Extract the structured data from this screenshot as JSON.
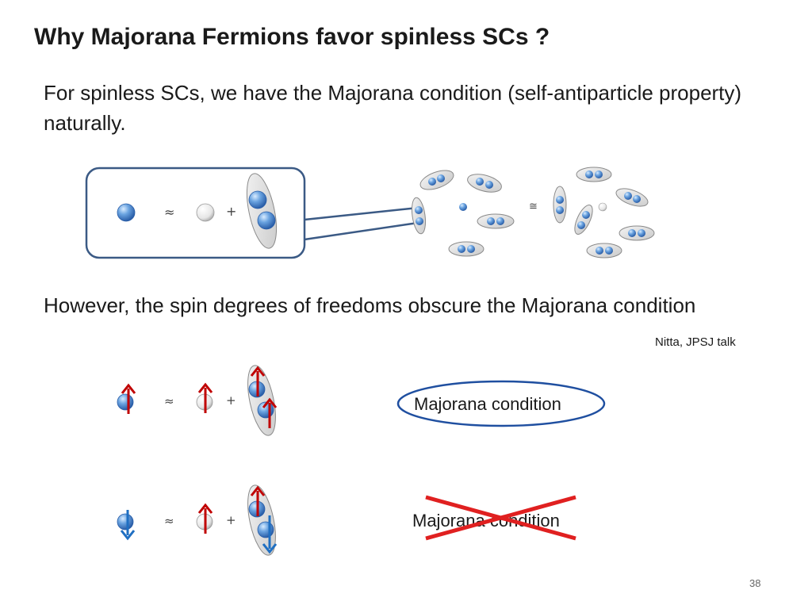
{
  "slide": {
    "title": "Why Majorana Fermions favor spinless SCs ?",
    "intro": "For spinless SCs, we have the Majorana condition (self-antiparticle property) naturally.",
    "however": "However, the spin degrees of freedoms obscure the Majorana condition",
    "credit": "Nitta, JPSJ talk",
    "page_number": "38"
  },
  "symbols": {
    "approx": "≈",
    "plus": "+",
    "congruent": "≅"
  },
  "conditions": {
    "valid_label": "Majorana condition",
    "crossed_label": "Majorana condition"
  },
  "colors": {
    "box_border": "#3b5a85",
    "particle_blue": "#4a86d0",
    "pair_shell": "#b7b7b7",
    "spin_up_arrow": "#c00000",
    "spin_down_arrow": "#1f6fc2",
    "ellipse_outline": "#1f4fa0",
    "cross": "#e02020"
  }
}
